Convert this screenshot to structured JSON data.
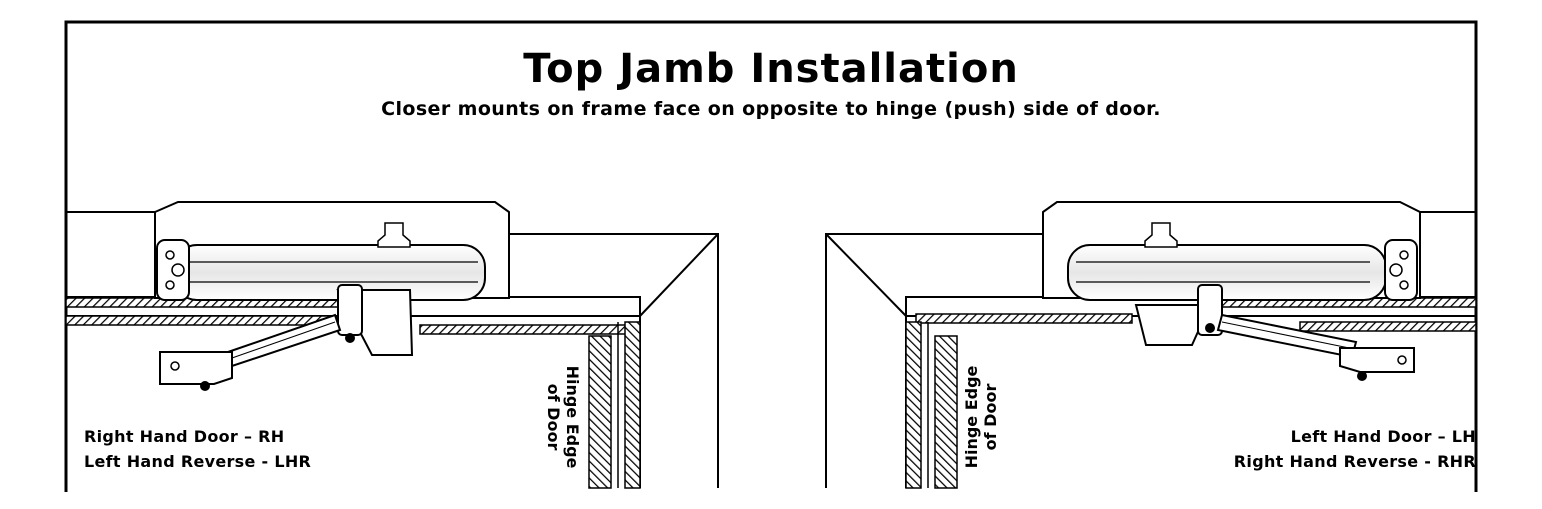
{
  "title": "Top Jamb Installation",
  "subtitle": "Closer mounts on frame face on opposite to hinge (push) side of door.",
  "left_panel": {
    "hinge_label_line1": "Hinge Edge",
    "hinge_label_line2": "of Door",
    "door_label": "Right Hand Door – RH",
    "reverse_label": "Left Hand Reverse - LHR"
  },
  "right_panel": {
    "hinge_label_line1": "Hinge Edge",
    "hinge_label_line2": "of Door",
    "door_label": "Left Hand Door – LH",
    "reverse_label": "Right Hand Reverse - RHR"
  }
}
